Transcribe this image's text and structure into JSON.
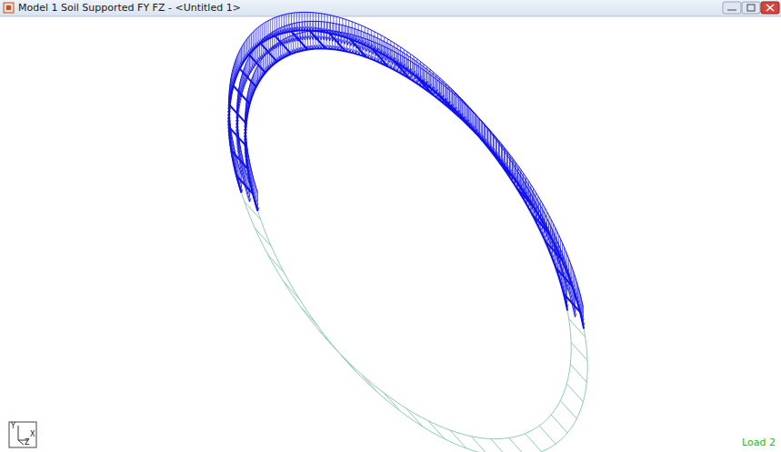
{
  "diagram": {
    "labels": [
      "Model 1 Soil Supported FY FZ - <Untitled 1>",
      "Y",
      "X",
      "Z",
      "Load 2"
    ]
  }
}
